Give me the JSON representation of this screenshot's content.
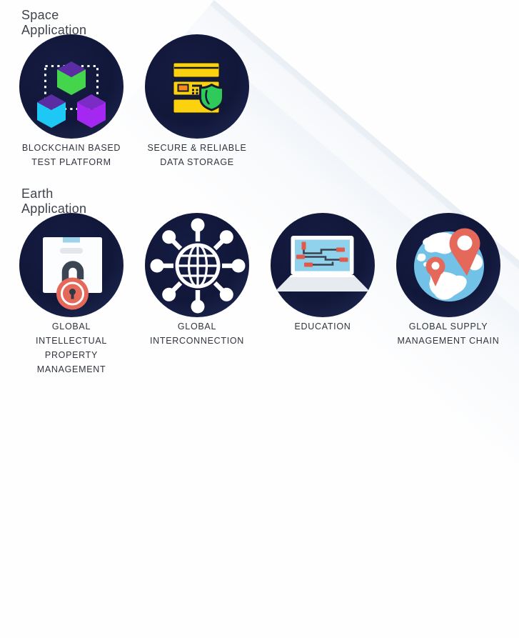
{
  "sections": [
    {
      "heading": "Space Application",
      "items": [
        {
          "icon": "blockchain-cubes-icon",
          "label_lines": [
            "BLOCKCHAIN BASED",
            "TEST PLATFORM"
          ]
        },
        {
          "icon": "database-shield-icon",
          "label_lines": [
            "SECURE & RELIABLE",
            "DATA STORAGE"
          ]
        }
      ]
    },
    {
      "heading": "Earth Application",
      "items": [
        {
          "icon": "document-lock-icon",
          "label_lines": [
            "GLOBAL",
            "INTELLECTUAL",
            "PROPERTY",
            "MANAGEMENT"
          ]
        },
        {
          "icon": "globe-network-icon",
          "label_lines": [
            "GLOBAL",
            "INTERCONNECTION"
          ]
        },
        {
          "icon": "laptop-flowchart-icon",
          "label_lines": [
            "EDUCATION"
          ]
        },
        {
          "icon": "earth-location-pins-icon",
          "label_lines": [
            "GLOBAL SUPPLY",
            "MANAGEMENT CHAIN"
          ]
        }
      ]
    }
  ],
  "colors": {
    "page_background": "#fefefe",
    "diagonal_band": "#eef2f8",
    "heading_text": "#3f434c",
    "label_text": "#30343d",
    "tile_navy": "#111739",
    "tile_navy_edge": "#222c58",
    "cube_green": "#45d54c",
    "cube_cyan": "#1ec8f5",
    "cube_violet": "#a528f2",
    "cube_top_purple": "#5b2da3",
    "server_yellow": "#fcd20f",
    "server_outline": "#141930",
    "server_orange": "#f6881c",
    "shield_green": "#2fcb5a",
    "doc_white": "#fcfdfe",
    "doc_tab_blue": "#9ed3e9",
    "lock_slate": "#3a4452",
    "lock_coral": "#e5695b",
    "network_white": "#ffffff",
    "screen_blue": "#90d1ec",
    "flow_red": "#e25a4a",
    "keyboard_gray": "#e7eaee",
    "earth_blue": "#72c2e7",
    "pin_coral": "#e5695a"
  }
}
